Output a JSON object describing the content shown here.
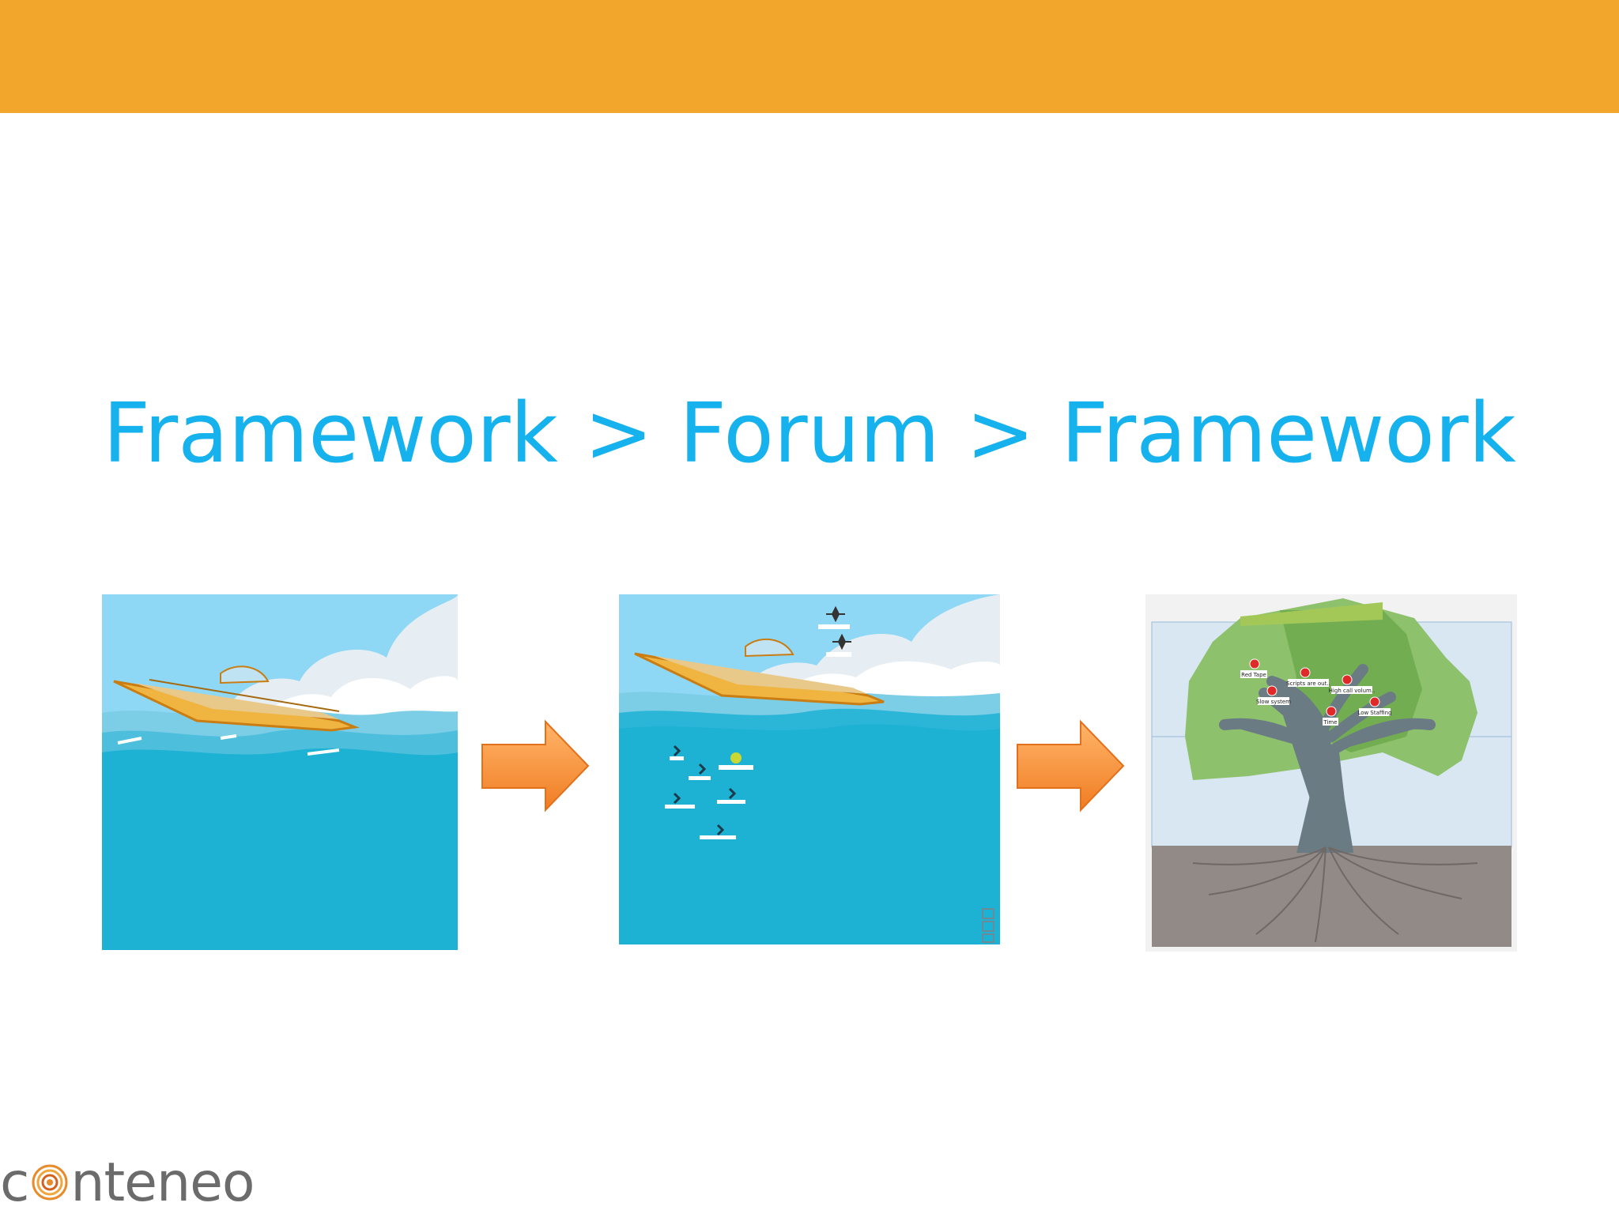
{
  "slide": {
    "title": "Framework > Forum > Framework",
    "accent_color": "#F2A72C",
    "title_color": "#16B2EE"
  },
  "panels": [
    {
      "name": "boat-on-ocean",
      "icons": [
        "boat-icon",
        "cloud-icon",
        "wave-icon"
      ]
    },
    {
      "name": "boat-with-anchors-forum",
      "icons": [
        "boat-icon",
        "anchor-icon",
        "cloud-icon"
      ]
    },
    {
      "name": "tree-framework",
      "icons": [
        "tree-icon",
        "apple-icon",
        "roots-icon"
      ]
    }
  ],
  "tree_labels": [
    "Red Tape",
    "Scripts are out..",
    "High call volum..",
    "Slow system",
    "Time",
    "Low Staffing"
  ],
  "logo": {
    "text_start": "c",
    "text_end": "nteneo"
  }
}
